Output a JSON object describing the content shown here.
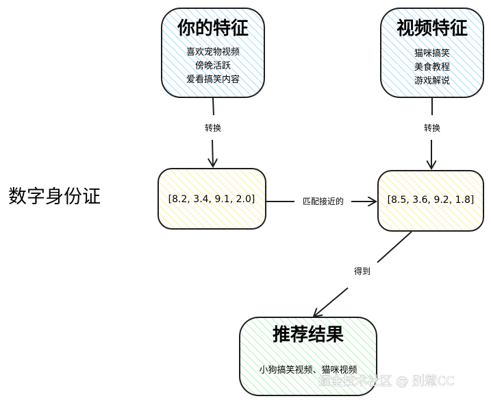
{
  "colors": {
    "stroke": "#1e1e1e",
    "blue_fill": "#a5d8ff",
    "yellow_fill": "#ffec99",
    "green_fill": "#b2f2bb",
    "watermark": "#ffffff"
  },
  "side_label": "数字身份证",
  "nodes": {
    "your_features": {
      "title": "你的特征",
      "lines": [
        "喜欢宠物视频",
        "傍晚活跃",
        "爱看搞笑内容"
      ]
    },
    "video_features": {
      "title": "视频特征",
      "lines": [
        "猫咪搞笑",
        "美食教程",
        "游戏解说"
      ]
    },
    "your_vector": {
      "text": "[8.2, 3.4, 9.1, 2.0]"
    },
    "video_vector": {
      "text": "[8.5, 3.6, 9.2, 1.8]"
    },
    "result": {
      "title": "推荐结果",
      "text": "小狗搞笑视频、猫咪视频"
    }
  },
  "edges": {
    "convert_left": "转换",
    "convert_right": "转换",
    "match": "匹配接近的",
    "get": "得到"
  },
  "watermark": "掘金技术社区 @ 别惹CC"
}
